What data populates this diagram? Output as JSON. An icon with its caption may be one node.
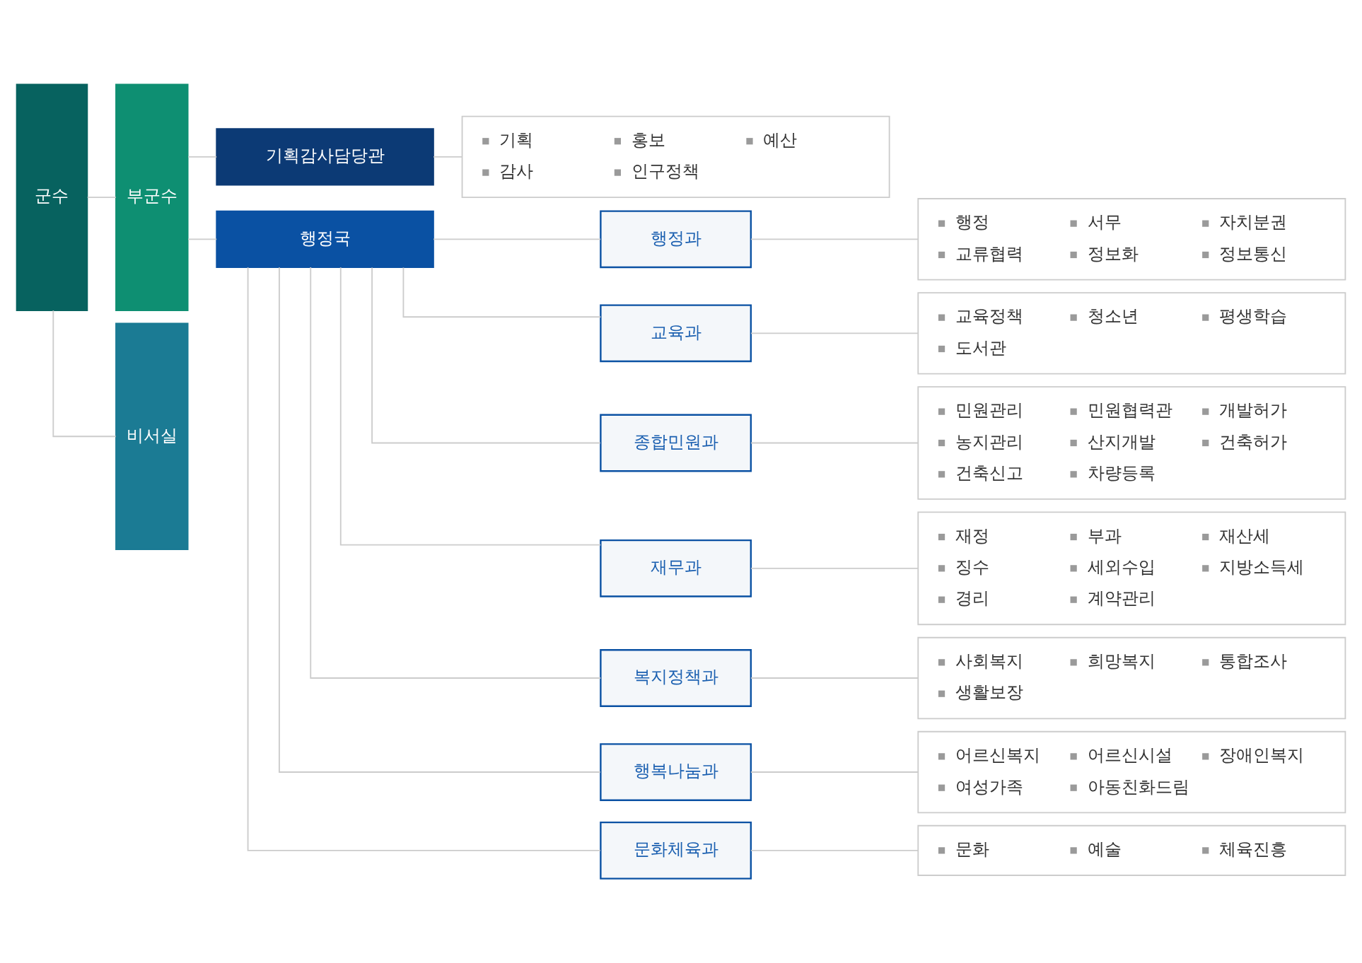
{
  "diagram": {
    "nodes": [
      {
        "text": [
          "군수"
        ]
      },
      {
        "text": [
          "부군수"
        ]
      },
      {
        "text": [
          "비서실"
        ]
      },
      {
        "text": [
          "기획감사담당관"
        ]
      },
      {
        "text": [
          "기획",
          "홍보",
          "예산",
          "감사",
          "인구정책"
        ]
      },
      {
        "text": [
          "행정국"
        ]
      },
      {
        "text": [
          "행정과"
        ]
      },
      {
        "text": [
          "행정",
          "서무",
          "자치분권",
          "교류협력",
          "정보화",
          "정보통신"
        ]
      },
      {
        "text": [
          "교육과"
        ]
      },
      {
        "text": [
          "교육정책",
          "청소년",
          "평생학습",
          "도서관"
        ]
      },
      {
        "text": [
          "종합민원과"
        ]
      },
      {
        "text": [
          "민원관리",
          "민원협력관",
          "개발허가",
          "농지관리",
          "산지개발",
          "건축허가",
          "건축신고",
          "차량등록"
        ]
      },
      {
        "text": [
          "재무과"
        ]
      },
      {
        "text": [
          "재정",
          "부과",
          "재산세",
          "징수",
          "세외수입",
          "지방소득세",
          "경리",
          "계약관리"
        ]
      },
      {
        "text": [
          "복지정책과"
        ]
      },
      {
        "text": [
          "사회복지",
          "희망복지",
          "통합조사",
          "생활보장"
        ]
      },
      {
        "text": [
          "행복나눔과"
        ]
      },
      {
        "text": [
          "어르신복지",
          "어르신시설",
          "장애인복지",
          "여성가족",
          "아동친화드림"
        ]
      },
      {
        "text": [
          "문화체육과"
        ]
      },
      {
        "text": [
          "문화",
          "예술",
          "체육진흥"
        ]
      }
    ],
    "edges": [
      {
        "from": 0,
        "to": 1,
        "arrow": "none"
      },
      {
        "from": 0,
        "to": 2,
        "arrow": "none"
      },
      {
        "from": 1,
        "to": 3,
        "arrow": "none"
      },
      {
        "from": 1,
        "to": 5,
        "arrow": "none"
      },
      {
        "from": 3,
        "to": 4,
        "arrow": "none"
      },
      {
        "from": 5,
        "to": 6,
        "arrow": "none"
      },
      {
        "from": 5,
        "to": 8,
        "arrow": "none"
      },
      {
        "from": 5,
        "to": 10,
        "arrow": "none"
      },
      {
        "from": 5,
        "to": 12,
        "arrow": "none"
      },
      {
        "from": 5,
        "to": 14,
        "arrow": "none"
      },
      {
        "from": 5,
        "to": 16,
        "arrow": "none"
      },
      {
        "from": 5,
        "to": 18,
        "arrow": "none"
      },
      {
        "from": 6,
        "to": 7,
        "arrow": "none"
      },
      {
        "from": 8,
        "to": 9,
        "arrow": "none"
      },
      {
        "from": 10,
        "to": 11,
        "arrow": "none"
      },
      {
        "from": 12,
        "to": 13,
        "arrow": "none"
      },
      {
        "from": 14,
        "to": 15,
        "arrow": "none"
      },
      {
        "from": 16,
        "to": 17,
        "arrow": "none"
      },
      {
        "from": 18,
        "to": 19,
        "arrow": "none"
      }
    ]
  }
}
